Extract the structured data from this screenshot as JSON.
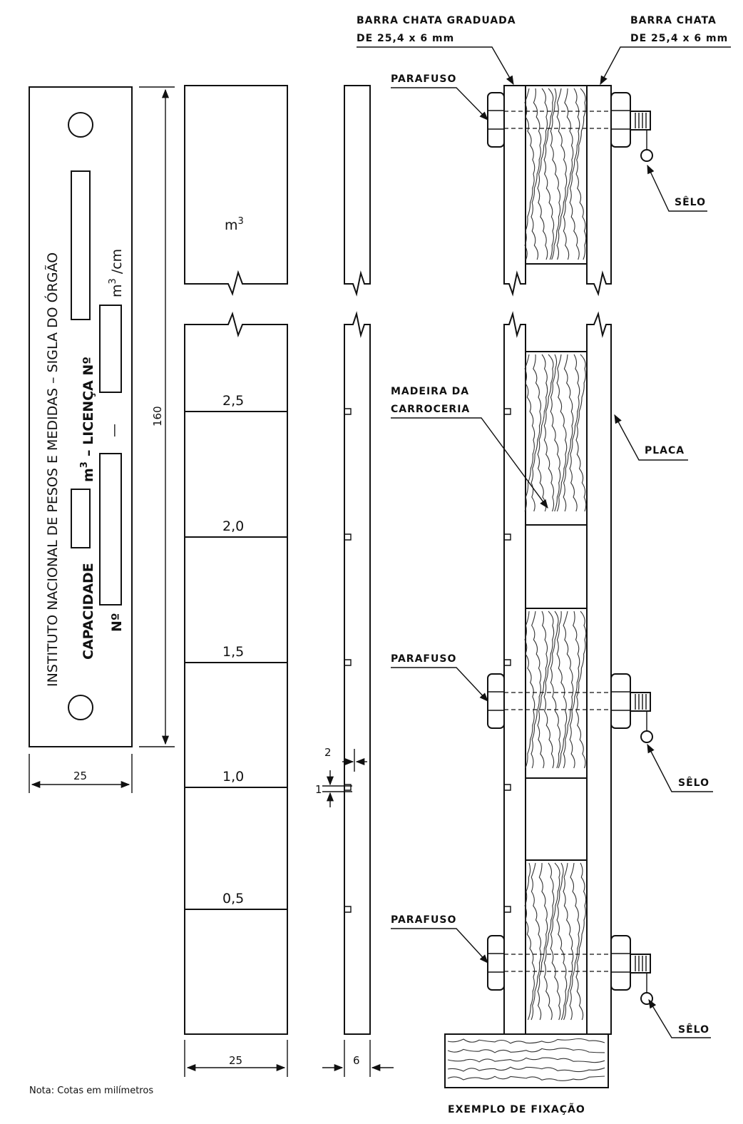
{
  "plate": {
    "line1": "INSTITUTO NACIONAL DE PESOS E MEDIDAS – SIGLA DO ÓRGÃO",
    "capacidade": "CAPACIDADE",
    "m3": "m",
    "m3_sup": "3",
    "licenca": "– LICENÇA Nº",
    "numero": "Nº",
    "dash": "—",
    "m3cm": "m",
    "m3cm_sup": "3",
    "m3cm_tail": " /cm"
  },
  "graduated_bar": {
    "unit": "m",
    "unit_sup": "3",
    "marks": [
      "2,5",
      "2,0",
      "1,5",
      "1,0",
      "0,5"
    ]
  },
  "dimensions": {
    "height_160": "160",
    "plate_width": "25",
    "bar_width": "25",
    "bar_thickness": "6",
    "notch_depth": "2",
    "notch_height": "1"
  },
  "labels": {
    "barra_graduada_1": "BARRA CHATA GRADUADA",
    "barra_graduada_2": "DE 25,4 x 6 mm",
    "barra_chata_1": "BARRA CHATA",
    "barra_chata_2": "DE 25,4 x 6 mm",
    "parafuso_1": "PARAFUSO",
    "parafuso_2": "PARAFUSO",
    "parafuso_3": "PARAFUSO",
    "selo_1": "SÊLO",
    "selo_2": "SÊLO",
    "selo_3": "SÊLO",
    "madeira_1": "MADEIRA DA",
    "madeira_2": "CARROCERIA",
    "placa": "PLACA",
    "exemplo": "EXEMPLO DE FIXAÇÃO"
  },
  "note": "Nota: Cotas em milímetros"
}
